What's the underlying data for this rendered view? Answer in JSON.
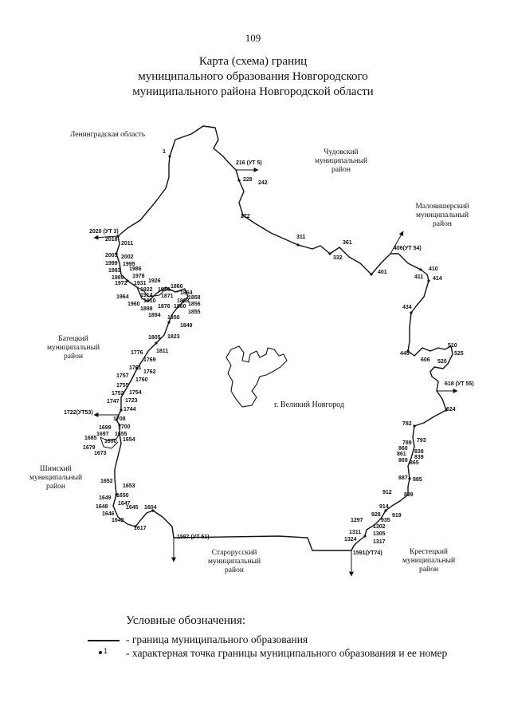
{
  "page_number": "109",
  "title": {
    "line1": "Карта (схема) границ",
    "line2": "муниципального образования Новгородского",
    "line3": "муниципального района Новгородской области"
  },
  "regions": {
    "leningrad": "Ленинградская область",
    "chudovo": [
      "Чудовский",
      "муниципальный",
      "район"
    ],
    "malovishera": [
      "Маловишерский",
      "муниципальный",
      "район"
    ],
    "batetsky": [
      "Батецкий",
      "муниципальный",
      "район"
    ],
    "shimsk": [
      "Шимский",
      "муниципальный",
      "район"
    ],
    "staraya_russa": [
      "Старорусский",
      "муниципальный",
      "район"
    ],
    "krestsy": [
      "Крестецкий",
      "муниципальный",
      "район"
    ],
    "velikiy_novgorod": "г. Великий Новгород"
  },
  "points": {
    "p1": "1",
    "p216": "216 (УТ 5)",
    "p228": "228",
    "p242": "242",
    "p272": "272",
    "p311": "311",
    "p332": "332",
    "p361": "361",
    "p401": "401",
    "p406": "406(УТ 54)",
    "p410": "410",
    "p411": "411",
    "p414": "414",
    "p434": "434",
    "p445": "445",
    "p510": "510",
    "p525": "525",
    "p520": "520",
    "p606": "606",
    "p618": "618 (УТ 55)",
    "p624": "624",
    "p782": "782",
    "p793": "793",
    "p789": "789",
    "p860": "860",
    "p838": "838",
    "p861": "861",
    "p839": "839",
    "p869": "869",
    "p865": "865",
    "p887": "887",
    "p885": "885",
    "p912": "912",
    "p899": "899",
    "p914": "914",
    "p928": "928",
    "p919": "919",
    "p1297": "1297",
    "p935": "935",
    "p1302": "1302",
    "p1311": "1311",
    "p1305": "1305",
    "p1324": "1324",
    "p1317": "1317",
    "p1591": "1591(УТ74)",
    "p1597": "1597 (УТ 51)",
    "p1604": "1604",
    "p1617": "1617",
    "p1642": "1642",
    "p1645": "1645",
    "p1646": "1646",
    "p1648": "1648",
    "p1647": "1647",
    "p1649": "1649",
    "p1650": "1650",
    "p1652": "1652",
    "p1653": "1653",
    "p1654": "1654",
    "p1679": "1679",
    "p1673": "1673",
    "p1685": "1685",
    "p1690": "1690",
    "p1697": "1697",
    "p1655": "1655",
    "p1699": "1699",
    "p1700": "1700",
    "p1708": "1708",
    "p1722": "1722(УТ53)",
    "p1744": "1744",
    "p1747": "1747",
    "p1723": "1723",
    "p1752": "1752",
    "p1754": "1754",
    "p1755": "1755",
    "p1757": "1757",
    "p1760": "1760",
    "p1761": "1761",
    "p1762": "1762",
    "p1769": "1769",
    "p1776": "1776",
    "p1811": "1811",
    "p1805": "1805",
    "p1823": "1823",
    "p1849": "1849",
    "p1850": "1850",
    "p1855": "1855",
    "p1856": "1856",
    "p1860": "1860",
    "p1858": "1858",
    "p1864": "1864",
    "p1866": "1866",
    "p1868": "1868",
    "p1876": "1876",
    "p1871": "1871",
    "p1894": "1894",
    "p1898": "1898",
    "p1910": "1910",
    "p1914": "1914",
    "p1916": "1916",
    "p1922": "1922",
    "p1926": "1926",
    "p1931": "1931",
    "p1960": "1960",
    "p1964": "1964",
    "p1972": "1972",
    "p1978": "1978",
    "p1989": "1989",
    "p1986": "1986",
    "p1993": "1993",
    "p1995": "1995",
    "p1999": "1999",
    "p2002": "2002",
    "p2003": "2003",
    "p2011": "2011",
    "p2018": "2018",
    "p2020": "2020 (УТ 3)"
  },
  "legend": {
    "heading": "Условные обозначения:",
    "line_text": "- граница муниципального образования",
    "point_symbol": "1",
    "point_text": "- характерная точка границы муниципального образования и ее номер"
  }
}
